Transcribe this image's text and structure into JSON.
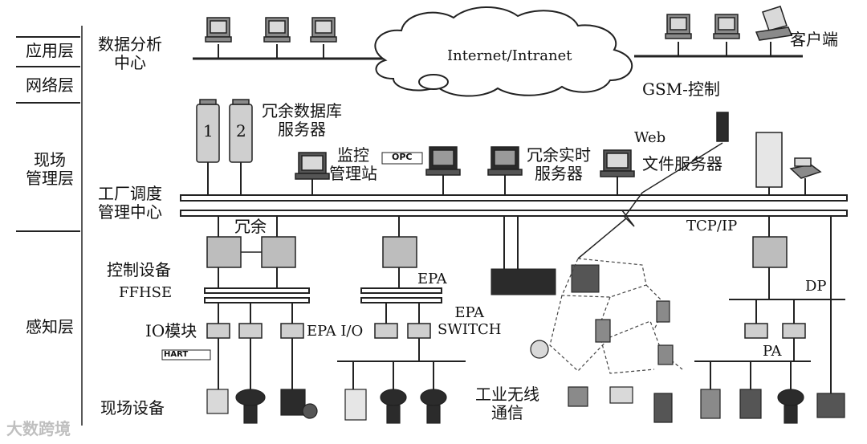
{
  "layers": {
    "app": "应用层",
    "network": "网络层",
    "field_mgmt": "现场\n管理层",
    "perception": "感知层"
  },
  "labels": {
    "data_center": "数据分析\n中心",
    "internet": "Internet/Intranet",
    "client": "客户端",
    "gsm": "GSM-控制",
    "web": "Web",
    "file_server": "文件服务器",
    "redundant_db": "冗余数据库\n服务器",
    "server_num_1": "1",
    "server_num_2": "2",
    "monitor": "监控\n管理站",
    "rt_server": "冗余实时\n服务器",
    "dispatch": "工厂调度\n管理中心",
    "redundant": "冗余",
    "tcpip": "TCP/IP",
    "control_dev": "控制设备",
    "ffhse": "FFHSE",
    "epa": "EPA",
    "epa_switch": "EPA\nSWITCH",
    "dp": "DP",
    "io_module": "IO模块",
    "epa_io": "EPA I/O",
    "pa": "PA",
    "wireless": "工业无线\n通信",
    "field_dev": "现场设备",
    "opc": "OPC",
    "hart": "HART",
    "watermark": "大数跨境"
  },
  "colors": {
    "line": "#222222",
    "device_dark": "#2b2b2b",
    "device_mid": "#8a8a8a",
    "device_light": "#d9d9d9"
  }
}
